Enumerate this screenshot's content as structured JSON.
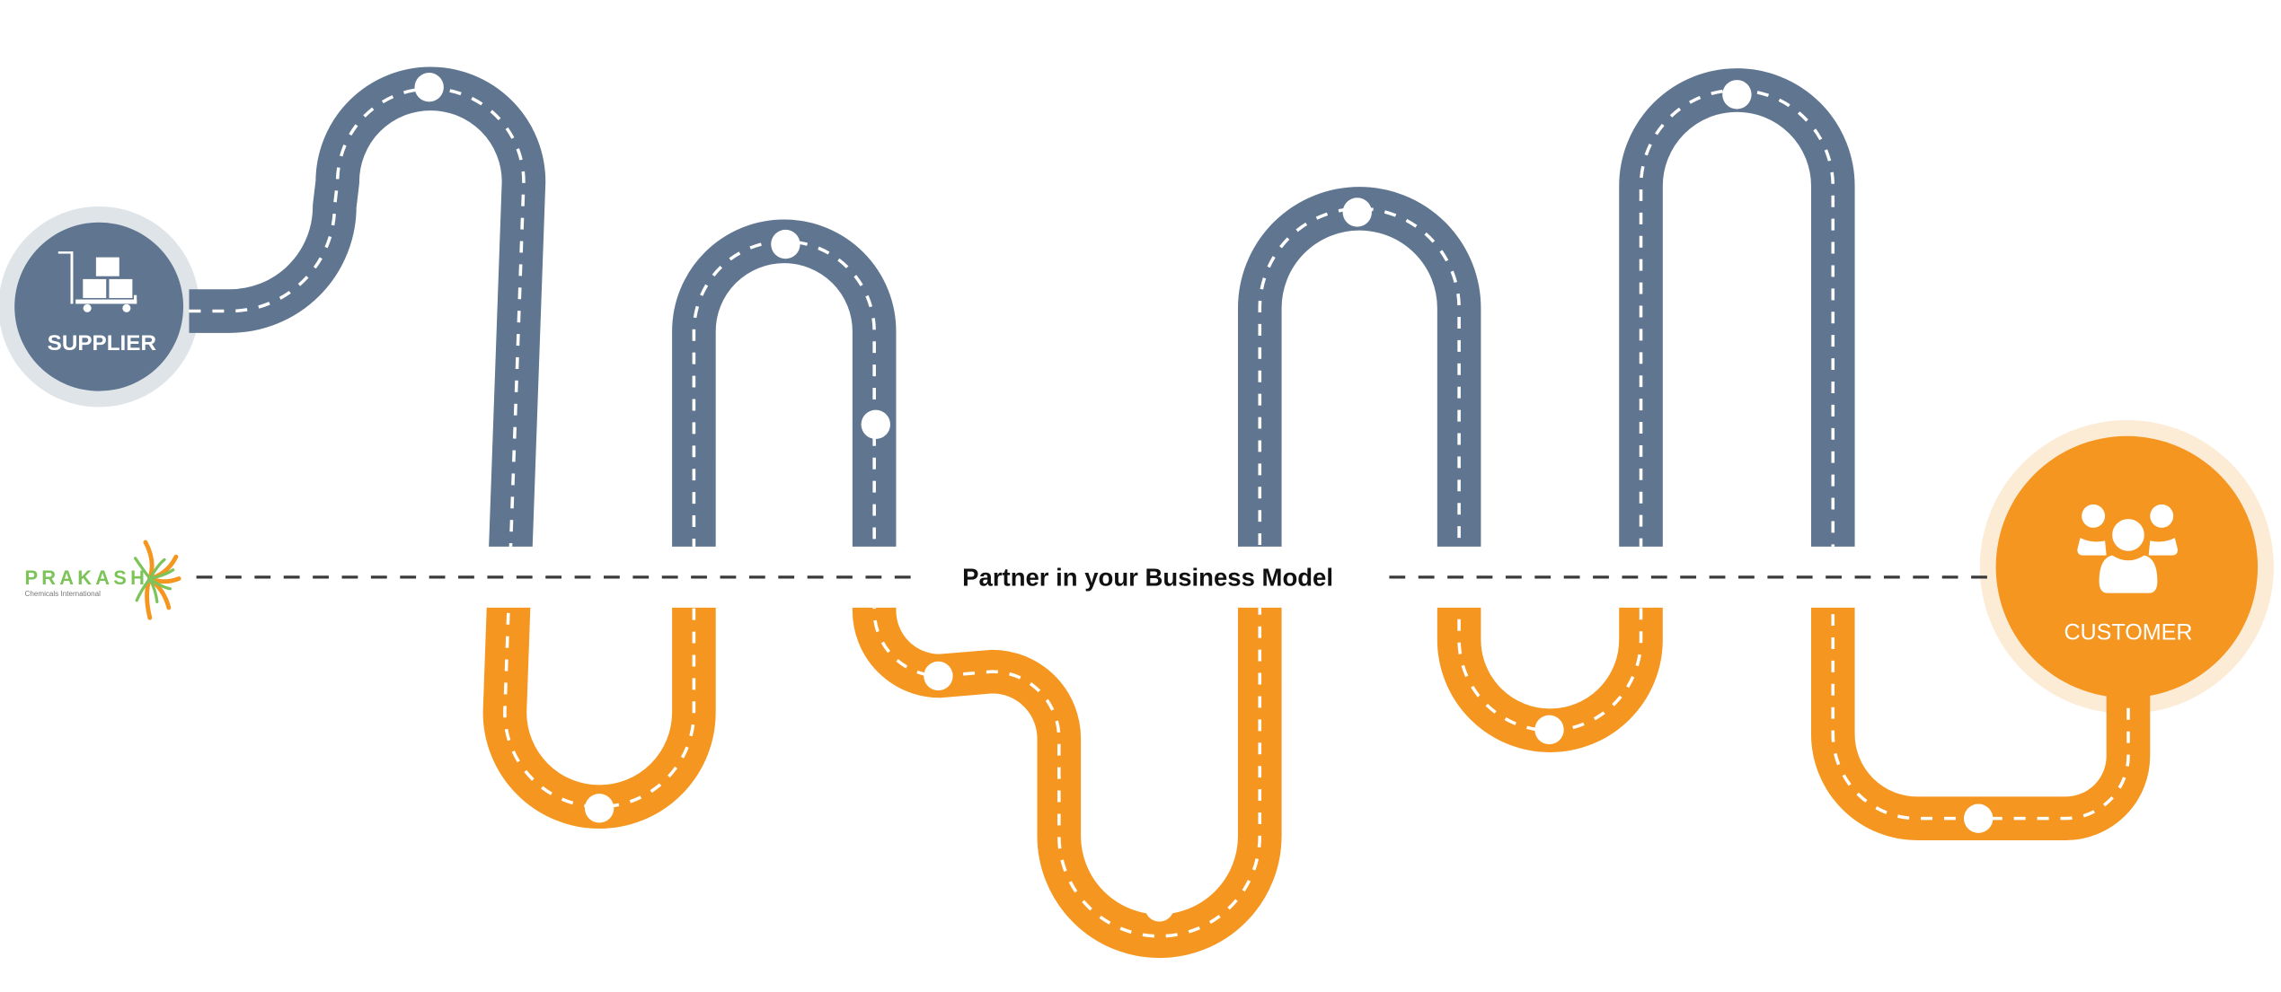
{
  "supplier": {
    "label": "SUPPLIER",
    "icon": "trolley-boxes-icon"
  },
  "customer": {
    "label": "CUSTOMER",
    "icon": "user-group-icon"
  },
  "center_text": "Partner in your Business Model",
  "logo": {
    "name": "PRAKASH",
    "tagline": "Chemicals International"
  },
  "colors": {
    "road_upper": "#5f7590",
    "road_lower": "#f59620",
    "supplier_ring": "#dfe4e9",
    "customer_ring": "#fcebd5",
    "logo_green": "#7cc35a",
    "divider": "#3a3a3a"
  }
}
